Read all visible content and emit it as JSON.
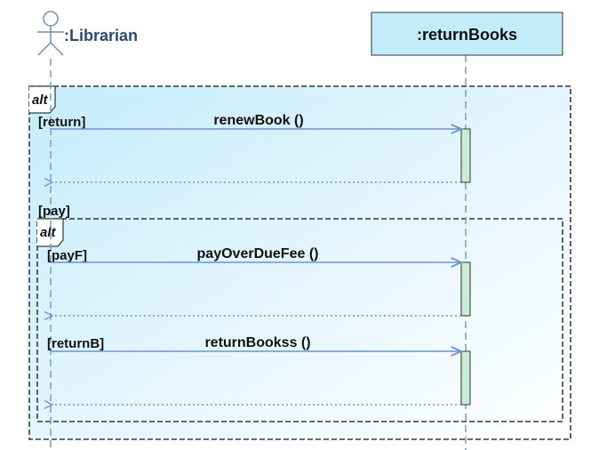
{
  "participants": {
    "actor": ":Librarian",
    "object": ":returnBooks"
  },
  "outer_fragment": {
    "operator": "alt",
    "guard_return": "[return]",
    "guard_pay": "[pay]"
  },
  "inner_fragment": {
    "operator": "alt",
    "guard_payF": "[payF]",
    "guard_returnB": "[returnB]"
  },
  "messages": {
    "renew": "renewBook ()",
    "pay_fee": "payOverDueFee ()",
    "return_books": "returnBookss ()"
  },
  "colors": {
    "object_fill": "#c3ecfb",
    "activation_fill": "#c8ecd4",
    "message_line": "#6f93cf",
    "lifeline": "#7a9cc4",
    "fragment_border": "#111111"
  }
}
